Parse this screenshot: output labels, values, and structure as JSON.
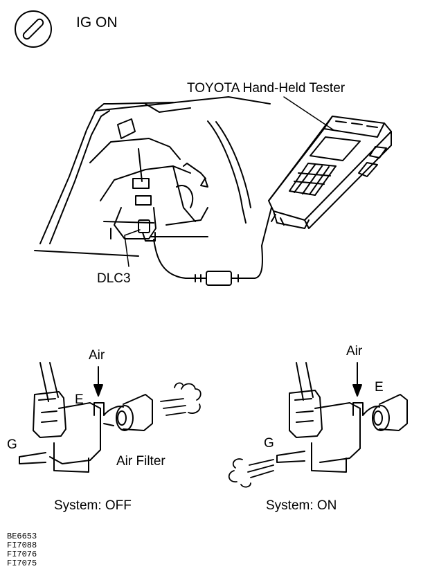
{
  "header": {
    "ig_label": "IG ON"
  },
  "tester": {
    "label": "TOYOTA Hand-Held Tester"
  },
  "connector": {
    "label": "DLC3"
  },
  "valve_off": {
    "air_label": "Air",
    "e_label": "E",
    "g_label": "G",
    "filter_label": "Air Filter",
    "caption": "System: OFF"
  },
  "valve_on": {
    "air_label": "Air",
    "e_label": "E",
    "g_label": "G",
    "caption": "System: ON"
  },
  "codes": [
    "BE6653",
    "FI7088",
    "FI7076",
    "FI7075"
  ]
}
